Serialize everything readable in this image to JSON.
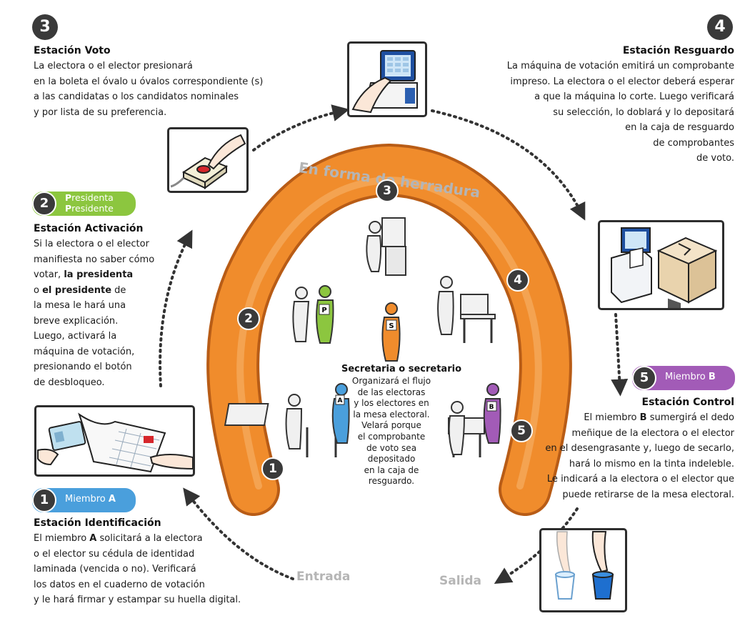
{
  "diagram_title": "En forma de herradura",
  "labels": {
    "entrada": "Entrada",
    "salida": "Salida"
  },
  "colors": {
    "horseshoe": "#f08c2c",
    "membro_a": "#4a9fdc",
    "presidente": "#8cc63f",
    "membro_b": "#a25bb7",
    "secretario": "#f08c2c",
    "dark": "#3a3a3a",
    "gray_text": "#b5b5b5"
  },
  "horseshoe_numbers": [
    "1",
    "2",
    "3",
    "4",
    "5"
  ],
  "figures": {
    "p_label": "P",
    "s_label": "S",
    "a_label": "A",
    "b_label": "B"
  },
  "secretario": {
    "title": "Secretaria o secretario",
    "lines": [
      "Organizará el flujo",
      "de las electoras",
      "y los electores en",
      "la mesa electoral.",
      "Velará porque",
      "el comprobante",
      "de voto sea",
      "depositado",
      "en la caja de",
      "resguardo."
    ]
  },
  "station1": {
    "number": "1",
    "role_prefix": "Miembro ",
    "role_letter": "A",
    "title": "Estación Identificación",
    "l1_a": "El miembro ",
    "l1_b": "A",
    "l1_c": " solicitará a la electora",
    "l2": "o el elector su cédula de identidad",
    "l3": "laminada (vencida o no). Verificará",
    "l4": "los datos en el cuaderno de votación",
    "l5": "y le hará firmar y estampar su huella digital."
  },
  "station2": {
    "number": "2",
    "role_line1_first": "P",
    "role_line1_rest": "residenta",
    "role_line2_first": "P",
    "role_line2_rest": "residente",
    "title": "Estación Activación",
    "l1": "Si la electora o el elector",
    "l2": "manifiesta no saber cómo",
    "l3_a": "votar, ",
    "l3_b": "la presidenta",
    "l4_a": "o ",
    "l4_b": "el presidente",
    "l4_c": " de",
    "l5": "la mesa le hará una",
    "l6": "breve explicación.",
    "l7": "Luego, activará la",
    "l8": "máquina de votación,",
    "l9": "presionando el botón",
    "l10": "de desbloqueo."
  },
  "station3": {
    "number": "3",
    "title": "Estación Voto",
    "lines": [
      "La electora o el elector presionará",
      "en la boleta el óvalo u óvalos correspondiente (s)",
      "a las candidatas o los candidatos nominales",
      "y por lista de su preferencia."
    ]
  },
  "station4": {
    "number": "4",
    "title": "Estación Resguardo",
    "lines": [
      "La máquina de votación emitirá un comprobante",
      "impreso. La electora o el elector deberá esperar",
      "a que la máquina lo corte. Luego verificará",
      "su selección, lo doblará y lo depositará",
      "en la caja de resguardo",
      "de comprobantes",
      "de voto."
    ]
  },
  "station5": {
    "number": "5",
    "role_prefix": "Miembro ",
    "role_letter": "B",
    "title": "Estación Control",
    "l1_a": "El miembro ",
    "l1_b": "B",
    "l1_c": " sumergirá el dedo",
    "l2": "meñique de la electora o el elector",
    "l3": "en el desengrasante y, luego de secarlo,",
    "l4": "hará lo mismo en la tinta indeleble.",
    "l5": "Le indicará a la electora o el elector que",
    "l6": "puede retirarse de la mesa electoral."
  },
  "image_icons": {
    "station1": "id-card-and-notebook-illustration",
    "station2": "unlock-button-illustration",
    "station3": "voting-machine-touch-illustration",
    "station4": "printer-and-ballot-box-illustration",
    "station5": "ink-cups-illustration"
  },
  "icons": [
    "arrow-icon",
    "dotted-arrow-icon"
  ]
}
